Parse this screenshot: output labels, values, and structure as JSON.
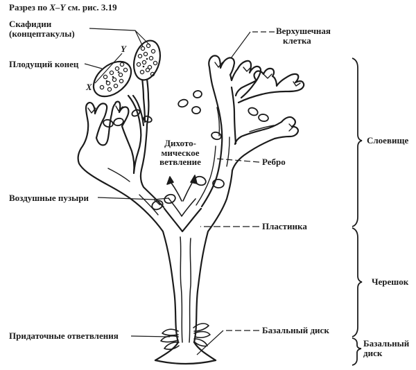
{
  "figure": "Fucus thallus morphology diagram",
  "title": {
    "prefix": "Разрез по",
    "section": "X–Y",
    "suffix": "см. рис. 3.19"
  },
  "labels": {
    "scaphidia": {
      "line1": "Скафидии",
      "line2": "(концептакулы)"
    },
    "fertile_end": "Плодущий конец",
    "apical_cell": {
      "line1": "Верхушечная",
      "line2": "клетка"
    },
    "dichotomy": {
      "line1": "Дихото-",
      "line2": "мическое",
      "line3": "ветвление"
    },
    "rib": "Ребро",
    "air_bladders": "Воздушные пузыри",
    "blade": "Пластинка",
    "adventitious_branches": "Придаточные ответвления",
    "basal_disc": "Базальный диск",
    "marker_x": "X",
    "marker_y": "Y"
  },
  "brackets": {
    "thallus": "Слоевище",
    "stipe": "Черешок",
    "basal_disc": {
      "line1": "Базальный",
      "line2": "диск"
    }
  },
  "colors": {
    "ink": "#1b1b1b",
    "background": "#ffffff"
  }
}
